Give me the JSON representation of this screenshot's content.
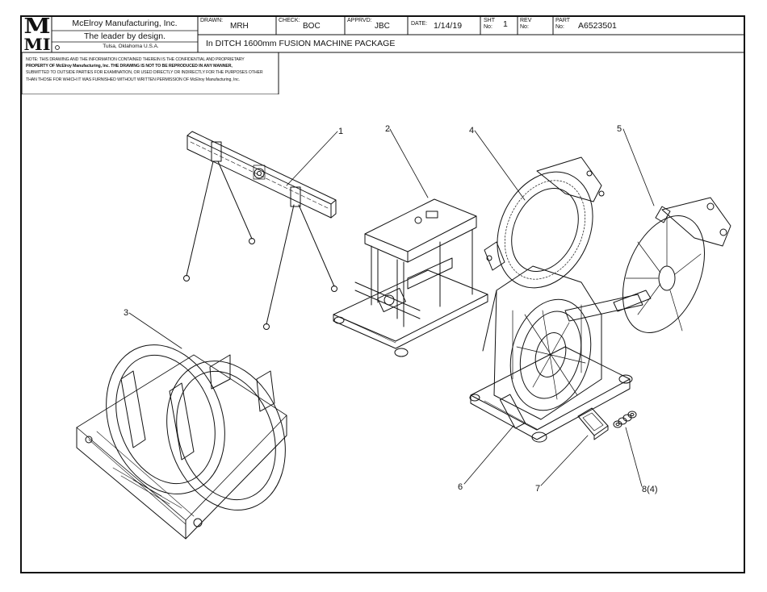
{
  "logo": {
    "top": "M",
    "bottom": "MI"
  },
  "company": {
    "name": "McElroy Manufacturing, Inc.",
    "tagline": "The leader by design.",
    "location": "Tulsa, Oklahoma U.S.A."
  },
  "title_block": {
    "drawn_label": "DRAWN:",
    "drawn_value": "MRH",
    "check_label": "CHECK:",
    "check_value": "BOC",
    "apprvd_label": "APPRVD:",
    "apprvd_value": "JBC",
    "date_label": "DATE:",
    "date_value": "1/14/19",
    "sht_label": "SHT",
    "sht_no": "No:",
    "sht_value": "1",
    "rev_label": "REV",
    "rev_no": "No:",
    "rev_value": "",
    "part_label": "PART",
    "part_no": "No:",
    "part_value": "A6523501",
    "description": "In DITCH 1600mm FUSION MACHINE PACKAGE"
  },
  "notice": {
    "line1": "NOTE: THIS DRAWING AND THE INFORMATION CONTAINED THEREIN IS THE CONFIDENTIAL AND PROPRIETARY",
    "line2": "PROPERTY OF McElroy Manufacturing, Inc. THE DRAWING IS NOT TO BE REPRODUCED IN ANY MANNER,",
    "line3": "SUBMITTED TO OUTSIDE PARTIES FOR EXAMINATION, OR USED DIRECTLY OR INDIRECTLY FOR THE PURPOSES OTHER",
    "line4": "THAN THOSE FOR WHICH IT WAS FURNISHED WITHOUT WRITTEN PERMISSION OF McElroy Manufacturing, Inc."
  },
  "callouts": [
    "1",
    "2",
    "3",
    "4",
    "5",
    "6",
    "7",
    "8(4)"
  ]
}
